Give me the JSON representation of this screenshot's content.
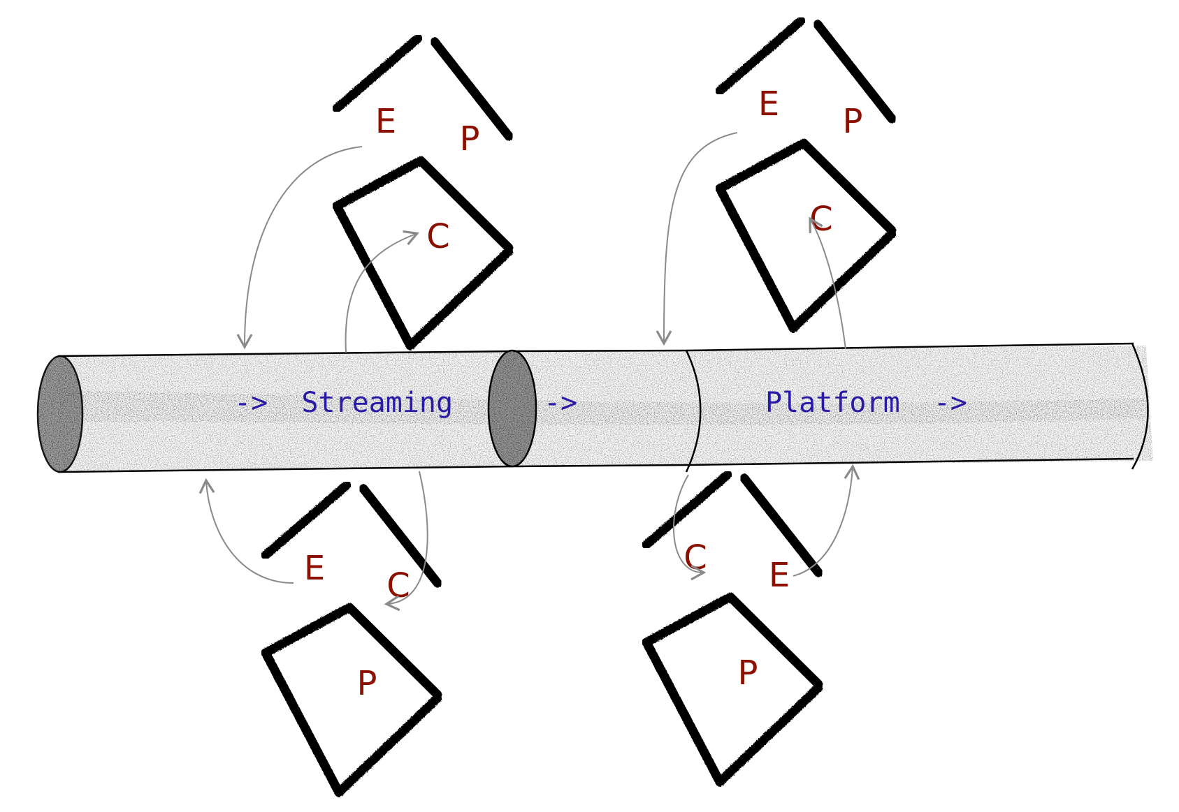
{
  "pipe": {
    "segments": [
      {
        "text": "->  Streaming"
      },
      {
        "text": "->"
      },
      {
        "text": "Platform  ->"
      }
    ],
    "text_color": "#2a1aa8",
    "stroke_color": "#000000"
  },
  "cubes": [
    {
      "faces": {
        "left": "E",
        "right": "P",
        "bottom": "C"
      }
    },
    {
      "faces": {
        "left": "E",
        "right": "P",
        "bottom": "C"
      }
    },
    {
      "faces": {
        "left": "E",
        "right": "C",
        "bottom": "P"
      }
    },
    {
      "faces": {
        "left": "C",
        "right": "E",
        "bottom": "P"
      }
    }
  ],
  "label_color": "#8b1000",
  "arrow_color": "#8a8a8a"
}
